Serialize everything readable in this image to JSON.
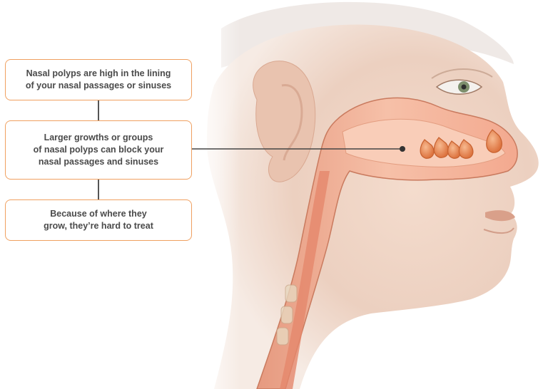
{
  "callouts": [
    {
      "lines": [
        "Nasal polyps are high in the lining",
        "of your nasal passages or sinuses"
      ]
    },
    {
      "lines": [
        "Larger growths or groups",
        "of nasal polyps can block your",
        "nasal passages and sinuses"
      ]
    },
    {
      "lines": [
        "Because of where they",
        "grow, they’re hard to treat"
      ]
    }
  ],
  "colors": {
    "callout_border": "#f0a060",
    "callout_text": "#4a4a4a",
    "skin": "#ecd0c0",
    "passage": "#f2a487",
    "polyp": "#e7874f"
  },
  "icons": [
    "head-profile-illustration",
    "nasal-polyp-icon"
  ]
}
